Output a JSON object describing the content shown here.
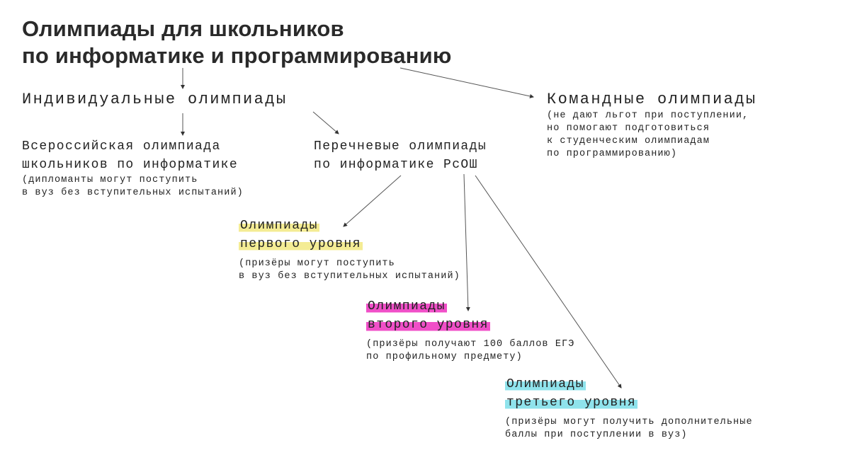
{
  "title": {
    "line1": "Олимпиады для школьников",
    "line2": "по информатике и программированию"
  },
  "individual": {
    "label": "Индивидуальные олимпиады"
  },
  "team": {
    "label": "Командные олимпиады",
    "note": [
      "(не дают льгот при поступлении,",
      "но помогают подготовиться",
      "к студенческим олимпиадам",
      "по программированию)"
    ]
  },
  "vsosh": {
    "label": [
      "Всероссийская олимпиада",
      "школьников по информатике"
    ],
    "note": [
      "(дипломанты могут поступить",
      "в вуз без вступительных испытаний)"
    ]
  },
  "rsosh": {
    "label": [
      "Перечневые олимпиады",
      "по информатике РсОШ"
    ]
  },
  "levels": [
    {
      "label": [
        "Олимпиады",
        "первого уровня"
      ],
      "note": [
        "(призёры могут поступить",
        "в вуз без вступительных испытаний)"
      ],
      "color": "#f4ec94"
    },
    {
      "label": [
        "Олимпиады",
        "второго уровня"
      ],
      "note": [
        "(призёры получают 100 баллов ЕГЭ",
        "по профильному предмету)"
      ],
      "color": "#f04fc8"
    },
    {
      "label": [
        "Олимпиады",
        "третьего уровня"
      ],
      "note": [
        "(призёры могут получить дополнительные",
        "баллы при поступлении в вуз)"
      ],
      "color": "#8fe3ec"
    }
  ]
}
